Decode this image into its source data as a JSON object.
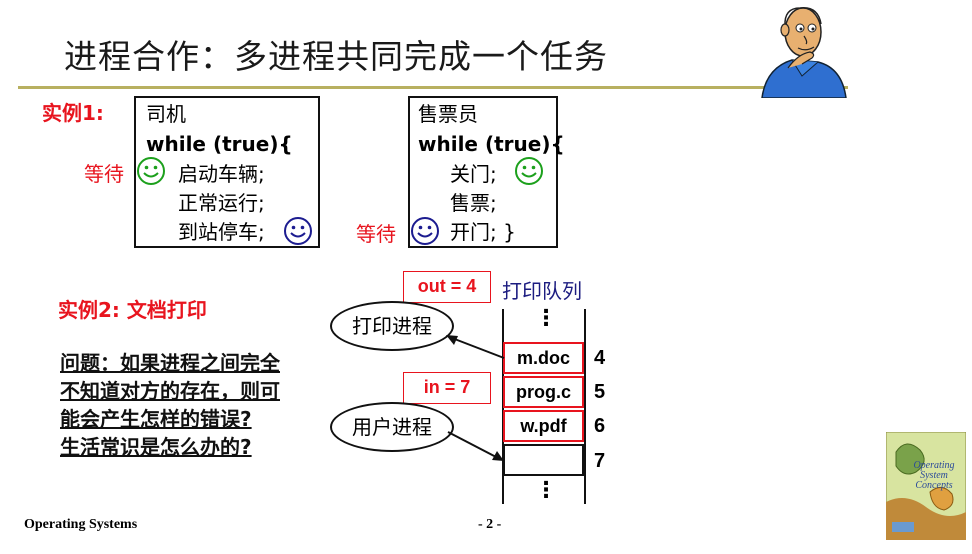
{
  "title": "进程合作：多进程共同完成一个任务",
  "example1": {
    "label": "实例1:",
    "driver": {
      "line1": "司机",
      "line2": "while (true){",
      "line3": "启动车辆;",
      "line4": "正常运行;",
      "line5": "到站停车;"
    },
    "wait_left": "等待",
    "seller": {
      "line1": "售票员",
      "line2": "while (true){",
      "line3": "关门;",
      "line4": "售票;",
      "line5": "开门; }"
    },
    "wait_right": "等待"
  },
  "example2": {
    "label": "实例2: 文档打印",
    "question": [
      "问题：如果进程之间完全",
      "不知道对方的存在，则可",
      "能会产生怎样的错误?",
      "生活常识是怎么办的?"
    ]
  },
  "queue": {
    "out_label": "out = 4",
    "in_label": "in = 7",
    "title": "打印队列",
    "dots": "⋮",
    "slots": [
      {
        "name": "m.doc",
        "index": "4"
      },
      {
        "name": "prog.c",
        "index": "5"
      },
      {
        "name": "w.pdf",
        "index": "6"
      },
      {
        "name": "",
        "index": "7"
      }
    ],
    "print_process": "打印进程",
    "user_process": "用户进程"
  },
  "footer": {
    "left": "Operating Systems",
    "center": "- 2 -"
  },
  "colors": {
    "red": "#e8141e",
    "green_smiley": "#1ca01c",
    "blue_smiley": "#1c1c90",
    "title_rule": "#b8b060"
  },
  "book": {
    "lines": [
      "Operating",
      "System",
      "Concepts"
    ]
  }
}
